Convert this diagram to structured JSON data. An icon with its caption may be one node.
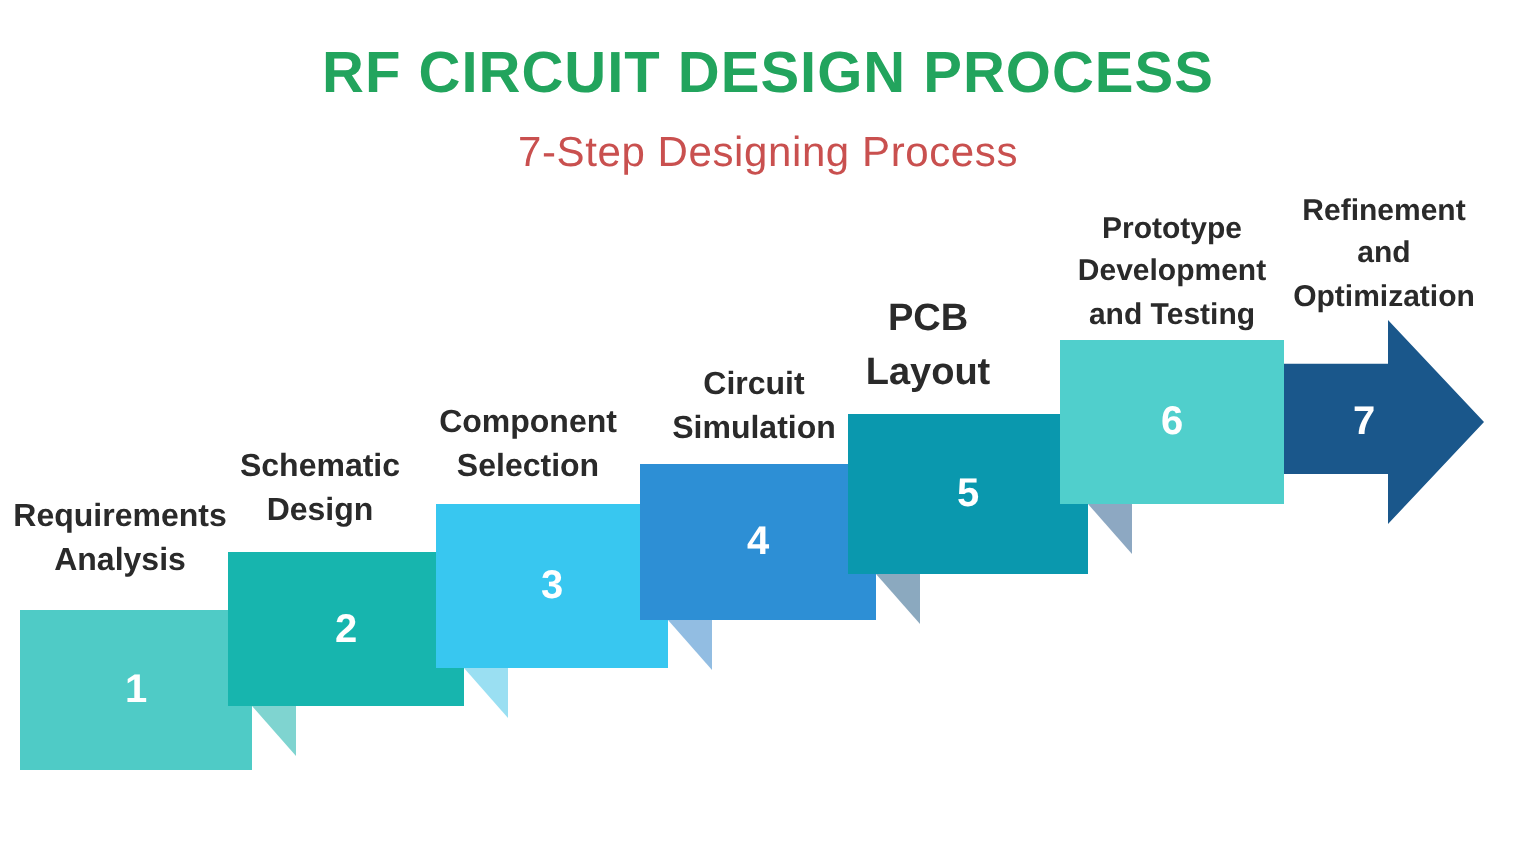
{
  "diagram": {
    "title": "RF CIRCUIT DESIGN PROCESS",
    "nodes": [
      {
        "text": [
          "Requirements Analysis",
          "1"
        ]
      },
      {
        "text": [
          "Schematic Design",
          "2"
        ]
      },
      {
        "text": [
          "Component Selection",
          "3"
        ]
      },
      {
        "text": [
          "Circuit Simulation",
          "4"
        ]
      },
      {
        "text": [
          "PCB Layout",
          "5"
        ]
      },
      {
        "text": [
          "Prototype Development and Testing",
          "6"
        ]
      },
      {
        "text": [
          "Refinement and Optimization",
          "7"
        ]
      }
    ],
    "labels": [
      "7-Step Designing Process"
    ]
  }
}
